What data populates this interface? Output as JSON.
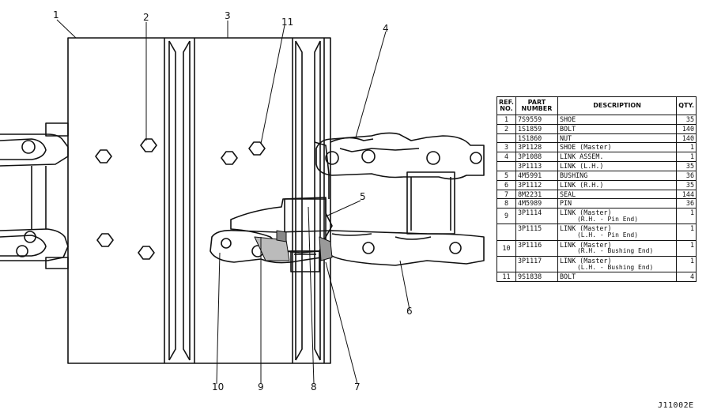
{
  "callouts": {
    "c1": "1",
    "c2": "2",
    "c3": "3",
    "c4": "4",
    "c5": "5",
    "c6": "6",
    "c7": "7",
    "c8": "8",
    "c9": "9",
    "c10": "10",
    "c11": "11"
  },
  "table": {
    "headers": {
      "ref": "REF. NO.",
      "part": "PART NUMBER",
      "desc": "DESCRIPTION",
      "qty": "QTY."
    },
    "rows": [
      {
        "ref": "1",
        "part": "7S9559",
        "desc": "SHOE",
        "qty": "35"
      },
      {
        "ref": "2",
        "part": "1S1859",
        "desc": "BOLT",
        "qty": "140"
      },
      {
        "ref": "",
        "part": "1S1860",
        "desc": "NUT",
        "qty": "140"
      },
      {
        "ref": "3",
        "part": "3P1128",
        "desc": "SHOE (Master)",
        "qty": "1"
      },
      {
        "ref": "4",
        "part": "3P1088",
        "desc": "LINK ASSEM.",
        "qty": "1"
      },
      {
        "ref": "",
        "part": "3P1113",
        "desc": "LINK (L.H.)",
        "qty": "35"
      },
      {
        "ref": "5",
        "part": "4M5991",
        "desc": "BUSHING",
        "qty": "36"
      },
      {
        "ref": "6",
        "part": "3P1112",
        "desc": "LINK (R.H.)",
        "qty": "35"
      },
      {
        "ref": "7",
        "part": "8M2231",
        "desc": "SEAL",
        "qty": "144"
      },
      {
        "ref": "8",
        "part": "4M5989",
        "desc": "PIN",
        "qty": "36"
      },
      {
        "ref": "9",
        "part": "3P1114",
        "desc": "LINK (Master)",
        "sub": "(R.H. - Pin End)",
        "qty": "1"
      },
      {
        "ref": "",
        "part": "3P1115",
        "desc": "LINK (Master)",
        "sub": "(L.H. - Pin End)",
        "qty": "1"
      },
      {
        "ref": "10",
        "part": "3P1116",
        "desc": "LINK (Master)",
        "sub": "(R.H. - Bushing End)",
        "qty": "1"
      },
      {
        "ref": "",
        "part": "3P1117",
        "desc": "LINK (Master)",
        "sub": "(L.H. - Bushing End)",
        "qty": "1"
      },
      {
        "ref": "11",
        "part": "9S1838",
        "desc": "BOLT",
        "qty": "4"
      }
    ]
  },
  "drawing_id": "J11002E"
}
